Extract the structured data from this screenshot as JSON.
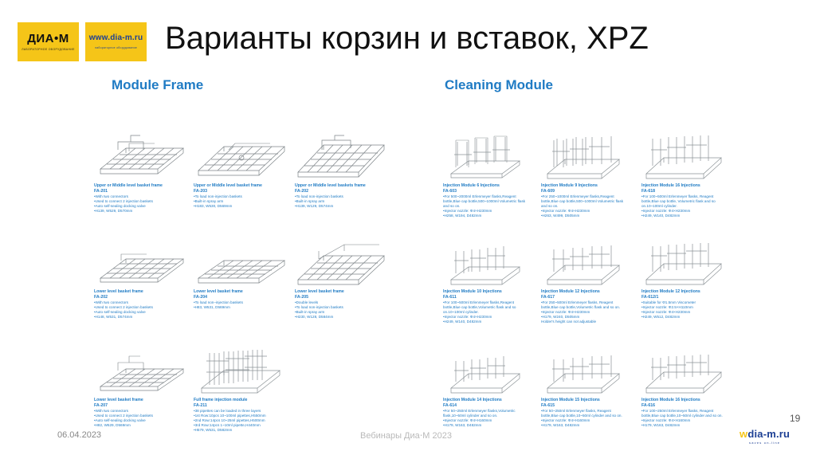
{
  "header": {
    "logo_diam_main": "ДИА•М",
    "logo_diam_sub": "лабораторное оборудование",
    "logo_site_main": "www.dia-m.ru",
    "logo_site_sub": "лабораторное оборудование",
    "title": "Варианты  корзин и вставок, XPZ"
  },
  "sections": {
    "left": "Module Frame",
    "right": "Cleaning Module"
  },
  "items": [
    {
      "title": "Upper or Middle level basket frame",
      "code": "FA-201",
      "body": "•With two connectors\n•Used to connect 2 injection baskets\n•Auto self-sealing docking valve\n•H139, W529, D570mm"
    },
    {
      "title": "Upper or Middle level basket frame",
      "code": "FA-203",
      "body": "•To load non-injection baskets\n•Built-in spray arm\n•H183, W530, D569mm"
    },
    {
      "title": "Upper or Middle level baskets frame",
      "code": "FA-202",
      "body": "•To load non-injection baskets\n•Built-in spray arm\n•H139, W129, D574mm"
    },
    {
      "title": "Injection Module 6 Injections",
      "code": "FA-603",
      "body": "•For 500~2000ml Erlenmeyer flasks,Reagent bottle,Blue cap bottle,500~1000ml Volumetric flask and so on.\n•Injector nozzle: Φ4×H230mm\n•H258, W194, D482mm"
    },
    {
      "title": "Injection Module 9 Injections",
      "code": "FA-609",
      "body": "•For 250~1000ml Erlenmeyer flasks,Reagent bottle,Blue cap bottle,500~1000ml Volumetric flask and so on.\n•Injector nozzle: Φ4×H230mm\n•H263, W499, D505mm"
    },
    {
      "title": "Injection Module 16 Injections",
      "code": "FA-618",
      "body": "•For 100~500ml Erlenmeyer flasks, Reagent bottle,Blue cap bottle, Volumetric flask and so on.10~100ml cylinder.\n•Injector nozzle: Φ4×H230mm\n•H249, W140, D482mm"
    },
    {
      "title": "Lower level basket frame",
      "code": "FA-202",
      "body": "•With two connectors\n•Used to connect 2 injection baskets\n•Auto self-sealing docking valve\n•H148, W531, D574mm"
    },
    {
      "title": "Lower level basket frame",
      "code": "FA-204",
      "body": "•To load non–injection baskets\n•H83, W531, D569mm"
    },
    {
      "title": "Lower level basket frame",
      "code": "FA-205",
      "body": "•Double levels\n•To load non-injection baskets\n•Built-in spray arm\n•H230, W128, D584mm"
    },
    {
      "title": "Injection Module 10 Injections",
      "code": "FA-611",
      "body": "•For 100~500ml Erlenmeyer flasks,Reagent bottle,Blue cap bottle,Volumetric flask and so on.10~100ml cylinder.\n•Injector nozzle: Φ4×H230mm\n•H249, W140, D482mm"
    },
    {
      "title": "Injection Module 12 Injections",
      "code": "FA-617",
      "body": "•For 250~500ml Erlenmeyer flasks, Reagent bottle,Blue cap bottle,Volumetric flask and so on.\n•Injector nozzle: Φ4×H230mm\n•H179, W240, D505mm\nHolder's height can not adjustable"
    },
    {
      "title": "Injection Module 12 Injections",
      "code": "FA-612/1",
      "body": "•Suitable for Φ1.5mm Viscometer\n•Injector nozzle:  Φ2.5×H110mm\n•Injector nozzle: Φ4×H230mm\n•H249, W512, D482mm"
    },
    {
      "title": "Lower level basket frame",
      "code": "FA-207",
      "body": "•With two connectors\n•Used to connect 2 injection baskets\n•Auto self-sealing docking valve\n•H82, W529, D569mm"
    },
    {
      "title": "Full frame injection module",
      "code": "FA-211",
      "body": "•38 pipettes can be loaded in three layers\n•1st Row:10pcs 10~100ml pipettes,H550mm\n•2nd Row:14pcs 10~25ml pipettes,H500mm\n•3rd Row:14pcs 1~10ml pipette,H440mm\n•H579, W531, D582mm"
    },
    {
      "title": "Injection Module 14 Injections",
      "code": "FA-614",
      "body": "•For 50~250ml Erlenmeyer flasks,Volumetric flask,10~50ml cylinder and so on.\n•Injector nozzle: Φ4×H160mm\n•H179, W163, D482mm"
    },
    {
      "title": "Injection Module 15 Injections",
      "code": "FA-615",
      "body": "•For 50~250ml Erlenmeyer flasks, Reagent bottle,Blue cap bottle,10~50ml cylinder and so on.\n•Injector nozzle: Φ4×H160mm\n•H179, W163, D482mm"
    },
    {
      "title": "Injection Module 16 Injections",
      "code": "FA-616",
      "body": "•For 100~250ml Erlenmeyer flasks, Reagent bottle,Blue cap bottle,10~50ml cylinder and so on.\n•Injector nozzle: Φ4×H160mm\n•H179, W163, D482mm"
    }
  ],
  "footer": {
    "date": "06.04.2023",
    "center": "Вебинары Диа⋅М  2023",
    "page": "19",
    "logo_main": "dia-m.ru",
    "logo_w": "w",
    "logo_sub": "saves on-line"
  }
}
